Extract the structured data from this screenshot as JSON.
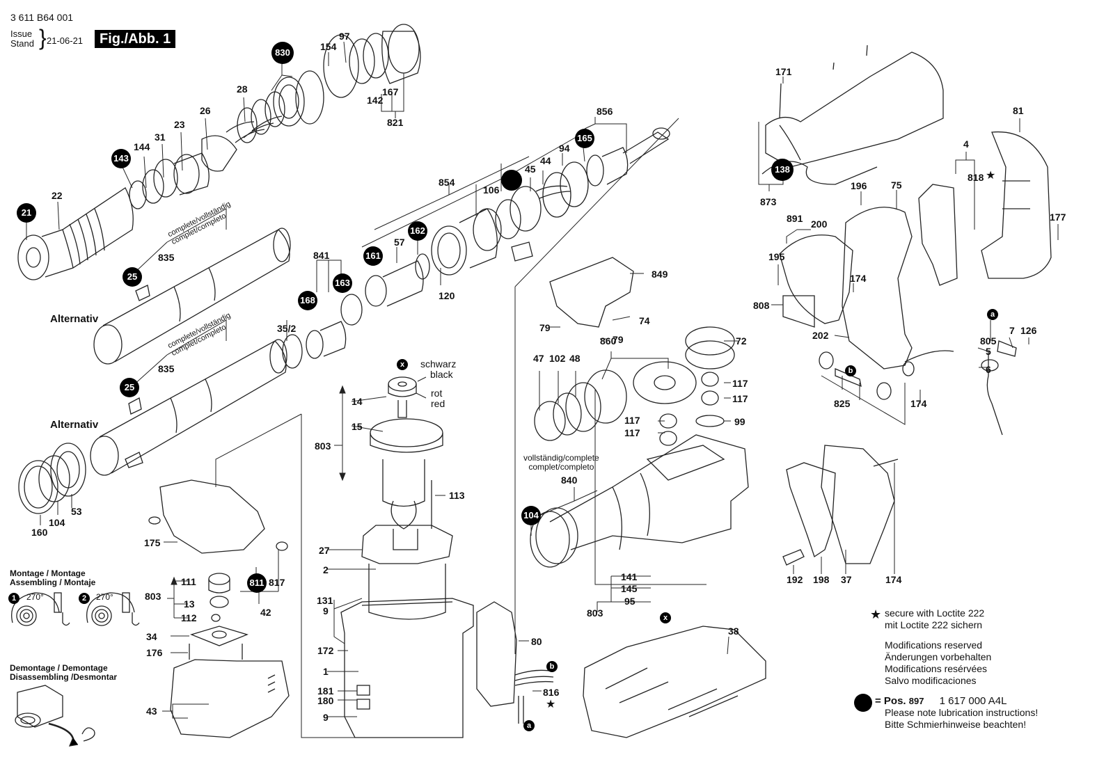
{
  "header": {
    "doc_number": "3 611 B64 001",
    "issue_label": "Issue",
    "stand_label": "Stand",
    "issue_date": "21-06-21",
    "figure_label": "Fig./Abb. 1"
  },
  "alternativ_labels": [
    "Alternativ",
    "Alternativ"
  ],
  "complete_notes": {
    "line1": "complete/vollständig",
    "line2": "complet/completo",
    "housing_line1": "vollständig/complete",
    "housing_line2": "complet/completo"
  },
  "wire_colors": {
    "de1": "schwarz",
    "en1": "black",
    "de2": "rot",
    "en2": "red"
  },
  "assembly_notes": {
    "montage_title_1": "Montage / Montage",
    "montage_title_2": "Assembling / Montaje",
    "angle": "270°",
    "step_1": "1",
    "step_2": "2",
    "demontage_title_1": "Demontage / Demontage",
    "demontage_title_2": "Disassembling /Desmontar"
  },
  "part_labels": {
    "chuck": [
      "21",
      "22",
      "143",
      "144",
      "31",
      "23",
      "26",
      "28",
      "830",
      "154",
      "97",
      "142",
      "167",
      "821"
    ],
    "spindle": [
      "835",
      "25",
      "835",
      "25",
      "35/2",
      "160",
      "104",
      "53"
    ],
    "hammer": [
      "841",
      "168",
      "163",
      "161",
      "57",
      "162",
      "120",
      "854",
      "106",
      "45",
      "44",
      "94",
      "165",
      "856"
    ],
    "gear": [
      "849",
      "79",
      "74",
      "79",
      "72",
      "860",
      "47",
      "102",
      "48",
      "117",
      "117",
      "117",
      "117",
      "99",
      "840",
      "104",
      "141",
      "145",
      "95",
      "803",
      "38"
    ],
    "motor": [
      "14",
      "15",
      "803",
      "113",
      "27",
      "2",
      "131",
      "9",
      "172",
      "1",
      "181",
      "180",
      "9",
      "80",
      "816"
    ],
    "brush": [
      "175",
      "111",
      "803",
      "13",
      "112",
      "811",
      "817",
      "42",
      "34",
      "176",
      "43"
    ],
    "handle": [
      "171",
      "138",
      "873",
      "81",
      "4",
      "818",
      "196",
      "75",
      "891",
      "200",
      "195",
      "174",
      "808",
      "177",
      "202",
      "825",
      "174",
      "805",
      "5",
      "6",
      "7",
      "126",
      "192",
      "198",
      "37",
      "174"
    ]
  },
  "marker_labels": {
    "x": "x",
    "a": "a",
    "b": "b"
  },
  "legend": {
    "star_symbol": "★",
    "loctite_en": "secure with Loctite 222",
    "loctite_de": "mit Loctite 222 sichern",
    "mod_en": "Modifications reserved",
    "mod_de": "Änderungen vorbehalten",
    "mod_fr": "Modifications resérvées",
    "mod_es": "Salvo modificaciones",
    "dot_equals": "= Pos.",
    "pos_number": "897",
    "part_number": "1 617 000 A4L",
    "lube_en": "Please note lubrication instructions!",
    "lube_de": "Bitte Schmierhinweise beachten!"
  }
}
